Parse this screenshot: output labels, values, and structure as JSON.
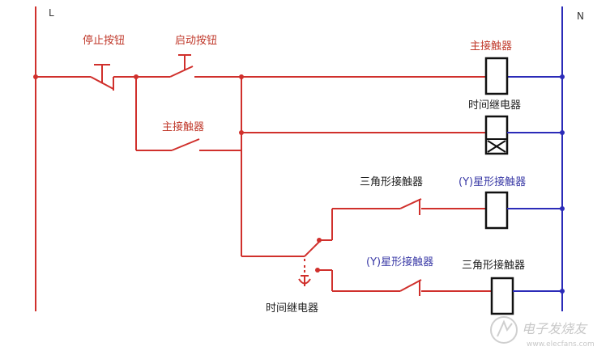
{
  "rails": {
    "left": "L",
    "right": "N"
  },
  "labels": {
    "stop_button": "停止按钮",
    "start_button": "启动按钮",
    "main_contactor_contact": "主接触器",
    "main_contactor_coil": "主接触器",
    "time_relay_coil": "时间继电器",
    "delta_contactor_contact": "三角形接触器",
    "star_contactor_coil": "(Y)星形接触器",
    "star_contactor_contact": "(Y)星形接触器",
    "delta_contactor_coil": "三角形接触器",
    "time_relay_switch": "时间继电器"
  },
  "watermark": {
    "title": "电子发烧友",
    "url": "www.elecfans.com"
  },
  "colors": {
    "control_wire": "#d0302c",
    "neutral_wire": "#2b2bb8",
    "left_rail": "#d0302c",
    "right_rail": "#2b2bb8",
    "coil": "#111111",
    "red_text": "#c0392b",
    "blue_text": "#3a3aa6"
  }
}
